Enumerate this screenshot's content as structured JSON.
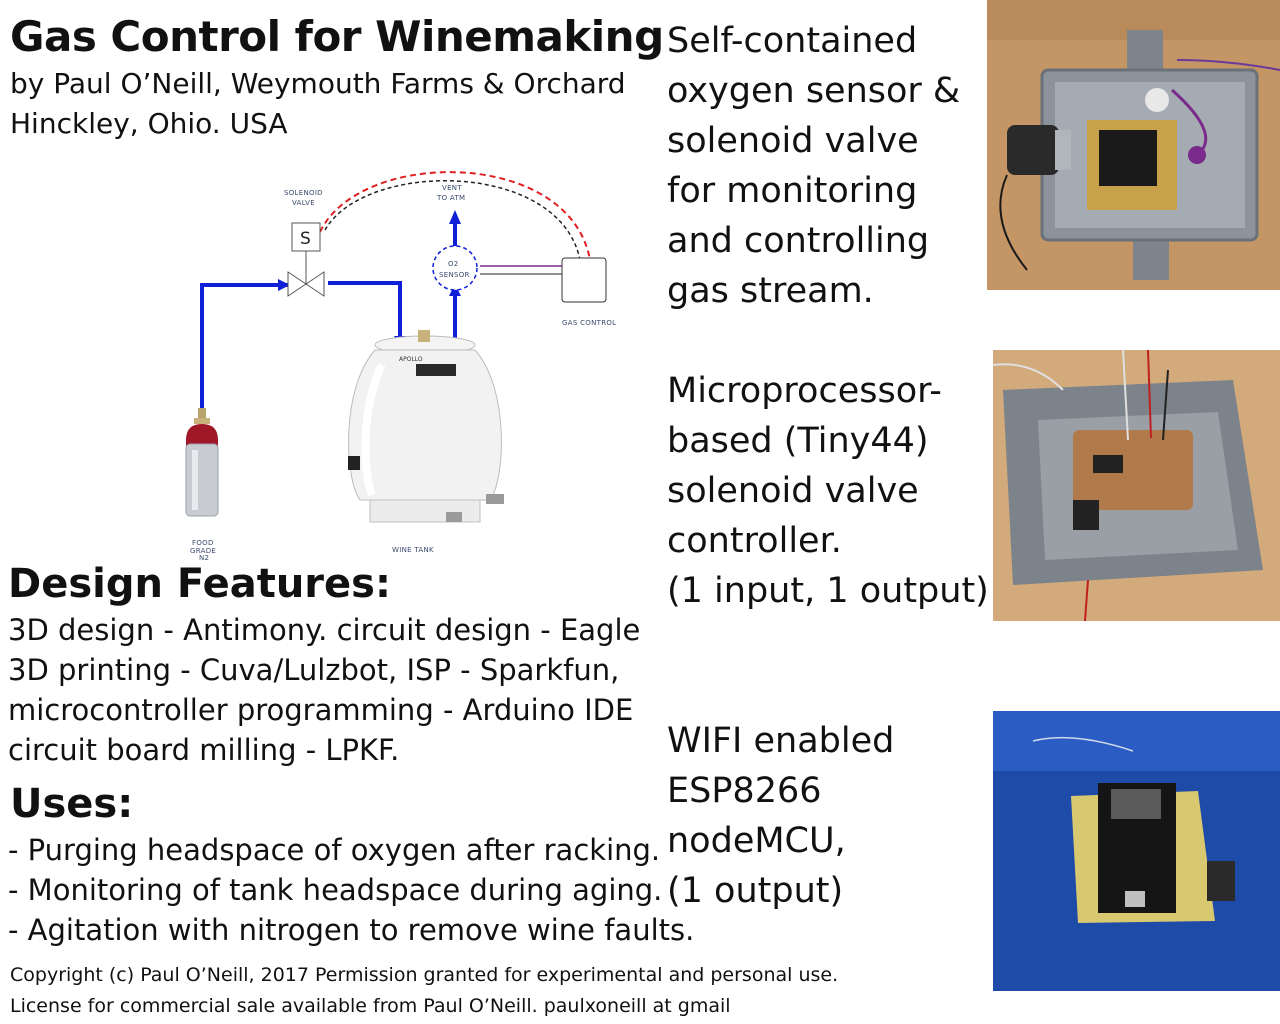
{
  "title": "Gas Control for Winemaking",
  "byline": [
    "by Paul O’Neill, Weymouth Farms & Orchard",
    "Hinckley, Ohio. USA"
  ],
  "diagram": {
    "labels": {
      "solenoid_valve": [
        "SOLENOID",
        "VALVE"
      ],
      "valve_symbol": "S",
      "vent": [
        "VENT",
        "TO ATM"
      ],
      "o2_sensor": [
        "O2",
        "SENSOR"
      ],
      "gas_control": "GAS CONTROL",
      "tank_brand": "APOLLO",
      "wine_tank": "WINE TANK",
      "food_grade": [
        "FOOD",
        "GRADE",
        "N2"
      ]
    }
  },
  "sections": {
    "sensor_valve": [
      "Self-contained",
      "oxygen sensor &",
      "solenoid valve",
      "for monitoring",
      "and controlling",
      "gas stream."
    ],
    "microprocessor": [
      "Microprocessor-",
      "based (Tiny44)",
      "solenoid valve",
      "controller.",
      "(1 input, 1 output)"
    ],
    "wifi": [
      "WIFI enabled",
      "ESP8266",
      "nodeMCU,",
      "(1 output)"
    ]
  },
  "design_features": {
    "heading": "Design Features:",
    "items": [
      "3D design - Antimony.  circuit design - Eagle",
      "3D printing - Cuva/Lulzbot, ISP - Sparkfun,",
      "microcontroller programming - Arduino IDE",
      "circuit board milling - LPKF."
    ]
  },
  "uses": {
    "heading": "Uses:",
    "items": [
      "- Purging headspace of oxygen after racking.",
      "- Monitoring of tank headspace during aging.",
      "- Agitation with nitrogen to remove wine faults."
    ]
  },
  "copyright": [
    "Copyright (c) Paul O’Neill, 2017 Permission granted for experimental and personal use.",
    "License for commercial sale available from Paul O’Neill.  paulxoneill at gmail"
  ],
  "colors": {
    "pipe_blue": "#1020d8",
    "wire_red": "#e02020",
    "wire_purple": "#7a2a8a",
    "bench_wood": "#c89a6a",
    "mat_blue": "#1f4fb8",
    "box_gray": "#8a8f96"
  }
}
